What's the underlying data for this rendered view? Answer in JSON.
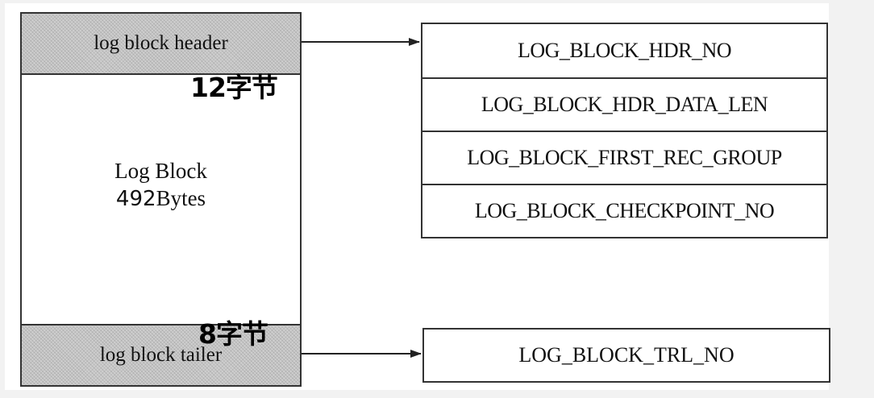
{
  "log_block": {
    "header_label": "log block header",
    "title": "Log Block",
    "size_number": "492",
    "size_unit": "Bytes",
    "tailer_label": "log block tailer"
  },
  "size_tags": {
    "header": "12字节",
    "tailer": "8字节"
  },
  "header_fields": [
    "LOG_BLOCK_HDR_NO",
    "LOG_BLOCK_HDR_DATA_LEN",
    "LOG_BLOCK_FIRST_REC_GROUP",
    "LOG_BLOCK_CHECKPOINT_NO"
  ],
  "tailer_fields": [
    "LOG_BLOCK_TRL_NO"
  ]
}
